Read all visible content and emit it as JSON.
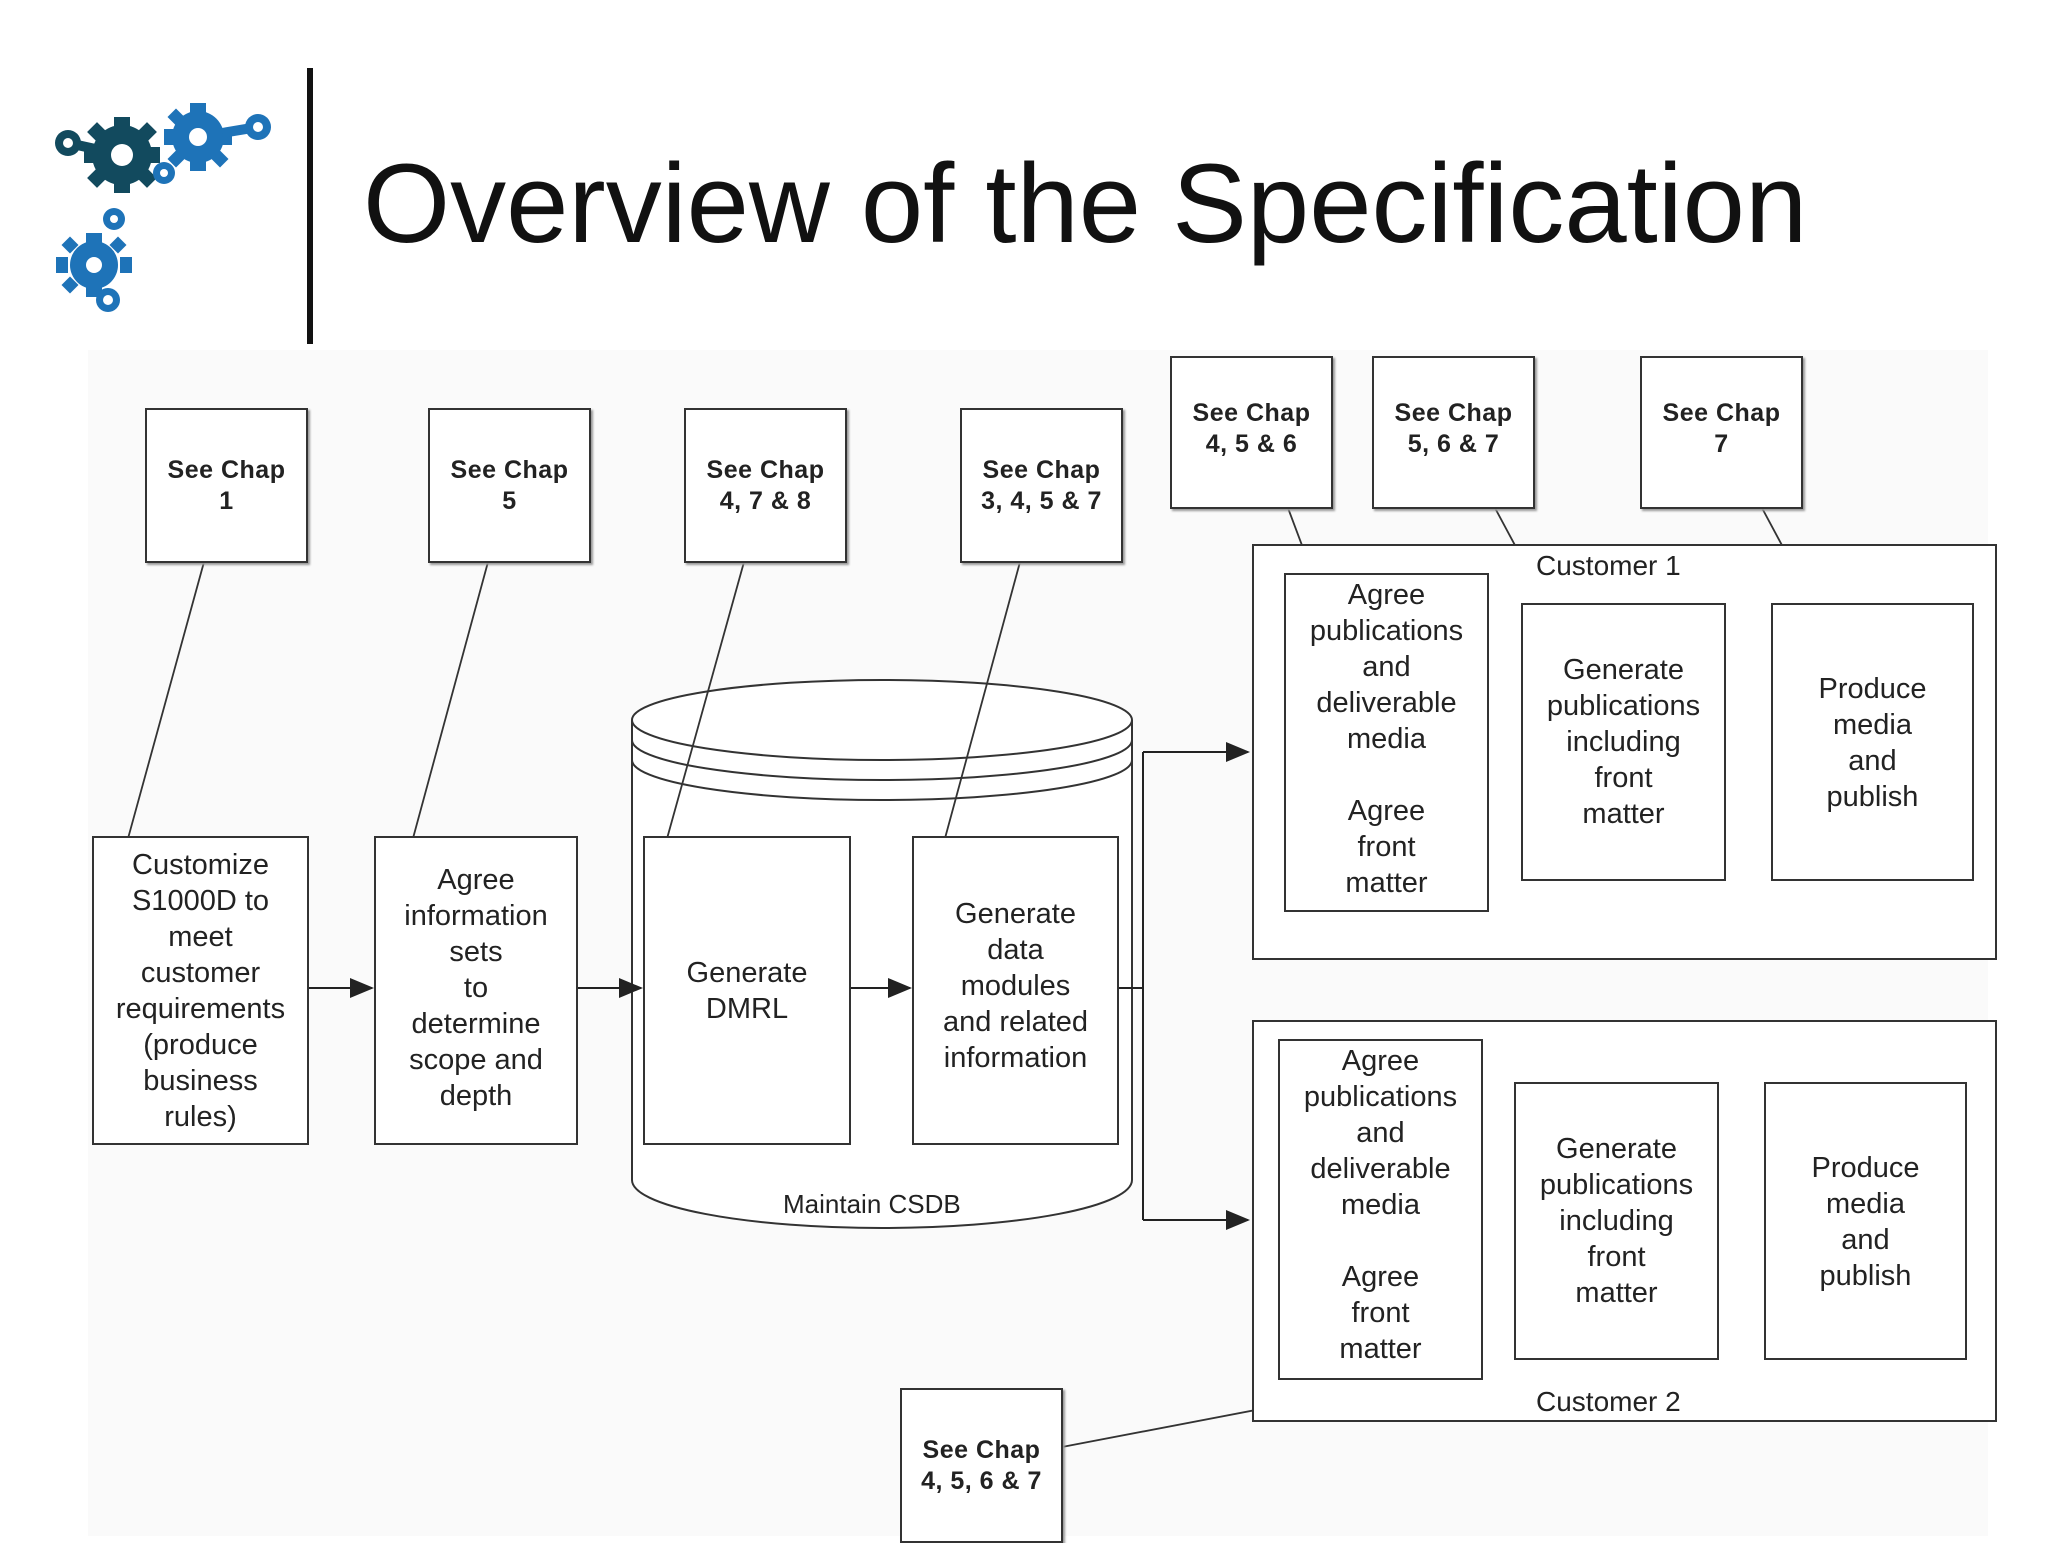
{
  "slide": {
    "title": "Overview of the Specification"
  },
  "colors": {
    "logo_dark": "#124a5e",
    "logo_blue": "#1e73b8"
  },
  "diagram": {
    "chapter_refs": [
      {
        "id": "chap1",
        "label": "See Chap\n1"
      },
      {
        "id": "chap5",
        "label": "See Chap\n5"
      },
      {
        "id": "chap478",
        "label": "See Chap\n4, 7 & 8"
      },
      {
        "id": "chap3457",
        "label": "See Chap\n3, 4, 5 & 7"
      },
      {
        "id": "chap456",
        "label": "See Chap\n4, 5 & 6"
      },
      {
        "id": "chap567",
        "label": "See Chap\n5, 6 & 7"
      },
      {
        "id": "chap7",
        "label": "See Chap\n7"
      },
      {
        "id": "chap4567",
        "label": "See Chap\n4, 5, 6 & 7"
      }
    ],
    "process_steps": [
      {
        "id": "customize",
        "label": "Customize\nS1000D to\nmeet\ncustomer\nrequirements\n(produce\nbusiness\nrules)"
      },
      {
        "id": "agree-info",
        "label": "Agree\ninformation\nsets\nto\ndetermine\nscope and\ndepth"
      },
      {
        "id": "dmrl",
        "label": "Generate\nDMRL"
      },
      {
        "id": "gen-dm",
        "label": "Generate\ndata\nmodules\nand related\ninformation"
      }
    ],
    "csdb_label": "Maintain CSDB",
    "customers": [
      {
        "label": "Customer 1",
        "steps": [
          {
            "label": "Agree\npublications\nand\ndeliverable\nmedia\n\nAgree\nfront\nmatter"
          },
          {
            "label": "Generate\npublications\nincluding\nfront\nmatter"
          },
          {
            "label": "Produce\nmedia\nand\npublish"
          }
        ]
      },
      {
        "label": "Customer 2",
        "steps": [
          {
            "label": "Agree\npublications\nand\ndeliverable\nmedia\n\nAgree\nfront\nmatter"
          },
          {
            "label": "Generate\npublications\nincluding\nfront\nmatter"
          },
          {
            "label": "Produce\nmedia\nand\npublish"
          }
        ]
      }
    ]
  }
}
